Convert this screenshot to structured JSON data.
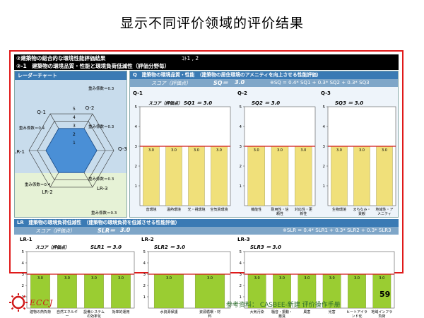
{
  "slide": {
    "title": "显示不同评价领域的评价结果",
    "reference": "参考资料： CASBEE-新建 评价操作手册",
    "page_number": "59",
    "logo_text": "ECCJ"
  },
  "header": {
    "line1": "②建築物の総合的な環境性能評価結果",
    "line1_index": "ｺﾄ1 , 2",
    "line2": "②-1　建築物の環境品質・性能と環境負荷低減性（評価分野毎）"
  },
  "radar": {
    "title": "レーダーチャート",
    "axes": [
      "Q-2",
      "Q-3",
      "LR-3",
      "LR-2",
      "LR-1",
      "Q-1"
    ],
    "values": [
      3.0,
      3.0,
      3.0,
      3.0,
      3.0,
      3.0
    ],
    "max": 5,
    "ring_labels": [
      "1",
      "2",
      "3",
      "4",
      "5"
    ],
    "weights": [
      {
        "axis": "Q-2",
        "text": "重み係数＝0.3"
      },
      {
        "axis": "Q-3",
        "text": "重み係数＝0.3"
      },
      {
        "axis": "LR-3",
        "text": "重み係数＝0.3"
      },
      {
        "axis": "LR-2",
        "text": "重み係数＝0.3"
      },
      {
        "axis": "LR-1",
        "text": "重み係数＝0.4"
      },
      {
        "axis": "Q-1",
        "text": "重み係数＝0.4"
      }
    ],
    "fill_color": "#4a8fd6",
    "bg_q_color": "#c8dcec",
    "bg_lr_color": "#e6f2d6"
  },
  "q_section": {
    "title": "Q　建築物の環境品質・性能　（建築物の居住環境のアメニティを向上させる性能評価）",
    "score_label": "スコア（評価点）",
    "score_symbol": "SQ＝",
    "score_value": "3.0",
    "formula": "※SQ = 0.4* SQ1 + 0.3* SQ2 + 0.3* SQ3"
  },
  "lr_section": {
    "title": "LR　建築物の環境負荷低減性　（建築物の環境負荷を低減させる性能評価）",
    "score_label": "スコア（評価点）",
    "score_symbol": "SLR＝",
    "score_value": "3.0",
    "formula": "※SLR = 0.4* SLR1 + 0.3* SLR2 + 0.3* SLR3"
  },
  "chart_data": [
    {
      "type": "bar",
      "id": "Q-1",
      "title": "Q-1",
      "score_label": "スコア（評価点）",
      "score_symbol": "SQ1 ＝",
      "score_value": "3.0",
      "categories": [
        "音環境",
        "温熱環境",
        "光・視環境",
        "空気質環境"
      ],
      "values": [
        3.0,
        3.0,
        3.0,
        3.0
      ],
      "ylim": [
        0,
        5
      ],
      "yticks": [
        "1",
        "2",
        "3",
        "4",
        "5"
      ],
      "bar_color": "#f0e07a",
      "line_color": "#d01818",
      "line_value": 3
    },
    {
      "type": "bar",
      "id": "Q-2",
      "title": "Q-2",
      "score_label": "",
      "score_symbol": "SQ2 ＝",
      "score_value": "3.0",
      "categories": [
        "機能性",
        "耐用性・信頼性",
        "対応性・更新性"
      ],
      "values": [
        3.0,
        3.0,
        3.0
      ],
      "ylim": [
        0,
        5
      ],
      "yticks": [
        "1",
        "2",
        "3",
        "4",
        "5"
      ],
      "bar_color": "#f0e07a",
      "line_color": "#d01818",
      "line_value": 3
    },
    {
      "type": "bar",
      "id": "Q-3",
      "title": "Q-3",
      "score_label": "",
      "score_symbol": "SQ3 ＝",
      "score_value": "3.0",
      "categories": [
        "生物環境",
        "まちなみ・景観",
        "地域性・アメニティ"
      ],
      "values": [
        3.0,
        3.0,
        3.0
      ],
      "ylim": [
        0,
        5
      ],
      "yticks": [
        "1",
        "2",
        "3",
        "4",
        "5"
      ],
      "bar_color": "#f0e07a",
      "line_color": "#d01818",
      "line_value": 3
    },
    {
      "type": "bar",
      "id": "LR-1",
      "title": "LR-1",
      "score_label": "スコア（評価点）",
      "score_symbol": "SLR1 ＝",
      "score_value": "3.0",
      "categories": [
        "建物の熱負荷",
        "自然エネルギー",
        "設備システムの効率化",
        "効率的運用"
      ],
      "values": [
        3.0,
        3.0,
        3.0,
        3.0
      ],
      "ylim": [
        0,
        5
      ],
      "yticks": [
        "1",
        "2",
        "3",
        "4",
        "5"
      ],
      "bar_color": "#9acd32",
      "line_color": "#d01818",
      "line_value": 3
    },
    {
      "type": "bar",
      "id": "LR-2",
      "title": "LR-2",
      "score_label": "",
      "score_symbol": "SLR2 ＝",
      "score_value": "3.0",
      "categories": [
        "水資源保護",
        "資源循環・材料"
      ],
      "values": [
        3.0,
        3.0
      ],
      "ylim": [
        0,
        5
      ],
      "yticks": [
        "1",
        "2",
        "3",
        "4",
        "5"
      ],
      "bar_color": "#9acd32",
      "line_color": "#d01818",
      "line_value": 3
    },
    {
      "type": "bar",
      "id": "LR-3",
      "title": "LR-3",
      "score_label": "",
      "score_symbol": "SLR3 ＝",
      "score_value": "3.0",
      "categories": [
        "大気汚染",
        "騒音・振動・悪臭",
        "風害",
        "光害",
        "ヒートアイランド化",
        "地域インフラ負荷"
      ],
      "values": [
        3.0,
        3.0,
        3.0,
        3.0,
        3.0,
        3.0
      ],
      "ylim": [
        0,
        5
      ],
      "yticks": [
        "1",
        "2",
        "3",
        "4",
        "5"
      ],
      "bar_color": "#9acd32",
      "line_color": "#d01818",
      "line_value": 3
    }
  ]
}
